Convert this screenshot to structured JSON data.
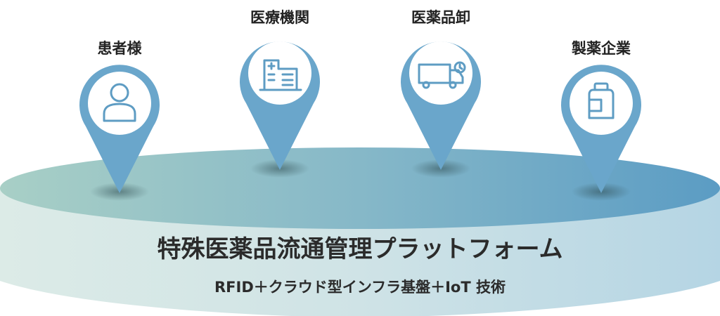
{
  "platform": {
    "title": "特殊医薬品流通管理プラットフォーム",
    "subtitle": "RFID＋クラウド型インフラ基盤＋IoT 技術"
  },
  "pins": [
    {
      "label": "患者様",
      "icon": "person-icon"
    },
    {
      "label": "医療機関",
      "icon": "hospital-icon"
    },
    {
      "label": "医薬品卸",
      "icon": "truck-icon"
    },
    {
      "label": "製薬企業",
      "icon": "medicine-bottle-icon"
    }
  ],
  "colors": {
    "pin_fill": "#6aa6cb",
    "icon_stroke": "#5e9cc3",
    "platform_top_left": "#a8cfc6",
    "platform_top_right": "#5b9cc4",
    "platform_side_left": "#dcebe7",
    "platform_side_right": "#b5d5e4"
  }
}
